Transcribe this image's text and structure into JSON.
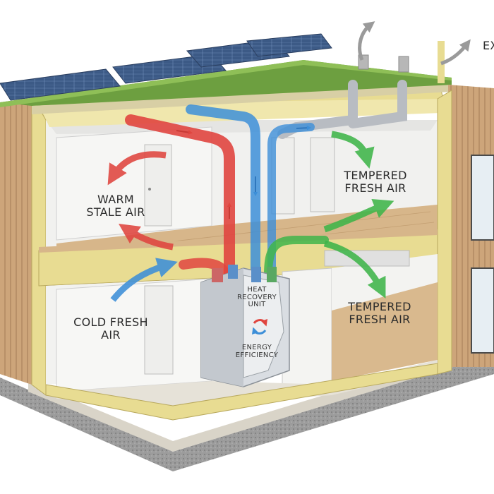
{
  "labels": {
    "exhaust": "EX",
    "warm_stale_air": [
      "WARM",
      "STALE AIR"
    ],
    "tempered_fresh_air_upper": [
      "TEMPERED",
      "FRESH AIR"
    ],
    "cold_fresh_air": [
      "COLD FRESH",
      "AIR"
    ],
    "tempered_fresh_air_lower": [
      "TEMPERED",
      "FRESH AIR"
    ],
    "unit_title": [
      "HEAT",
      "RECOVERY",
      "UNIT"
    ],
    "unit_sub": [
      "ENERGY",
      "EFFICIENCY"
    ]
  },
  "colors": {
    "warm_air": "#e0453f",
    "fresh_air": "#3d8fd8",
    "tempered_air": "#3fb54a",
    "exhaust_air": "#a0a0a0",
    "insulation": "#e8dc92",
    "wood_cladding": "#cda57a",
    "floor": "#d7b68a",
    "green_roof": "#6d9f40",
    "solar_panel": "#3c5a86"
  }
}
